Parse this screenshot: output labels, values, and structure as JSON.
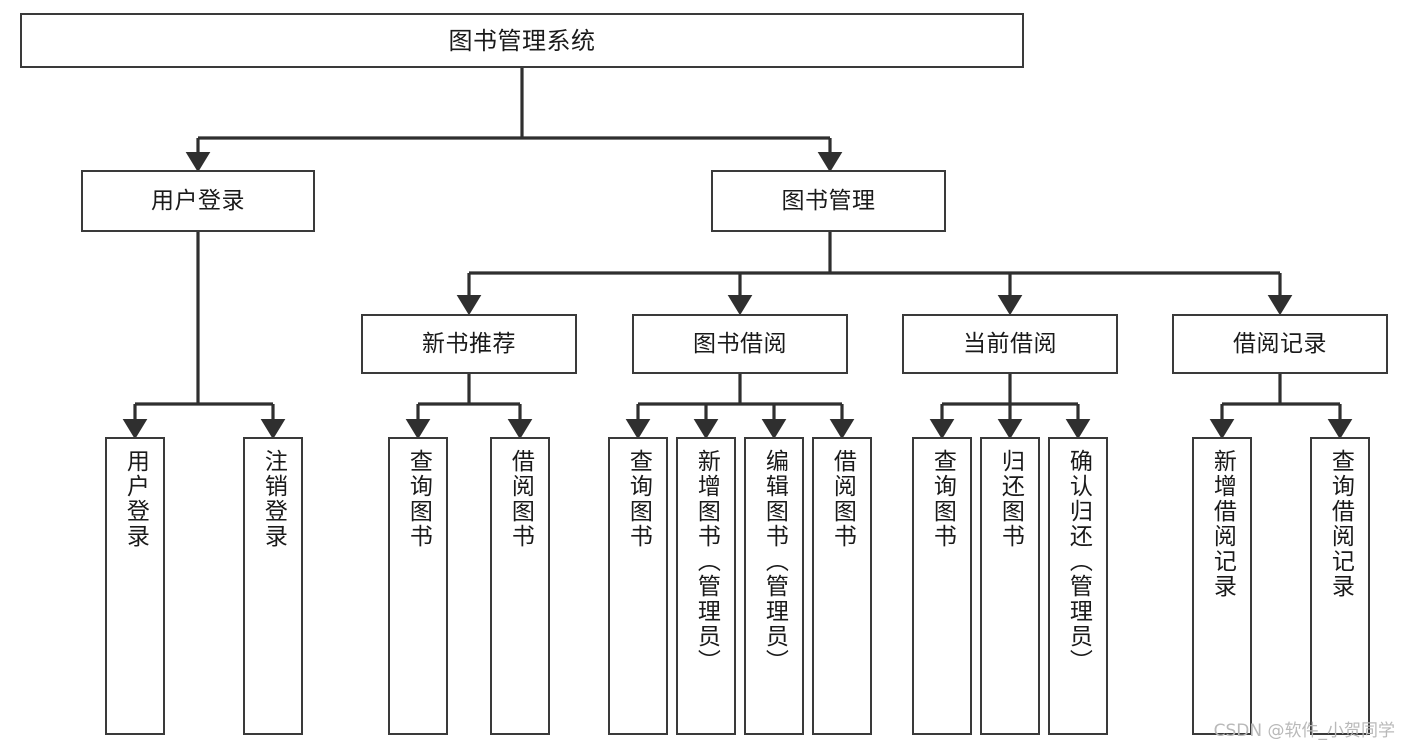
{
  "diagram": {
    "title": "图书管理系统",
    "type": "hierarchy-tree",
    "watermark": "CSDN @软件_小贺同学",
    "colors": {
      "background": "#ffffff",
      "node_border": "#3a3a3a",
      "node_fill": "#ffffff",
      "text": "#1a1a1a",
      "connector": "#2f2f2f",
      "watermark": "#b9b9b9"
    },
    "nodes": {
      "root": {
        "label": "图书管理系统"
      },
      "level2": [
        {
          "id": "user-login",
          "label": "用户登录"
        },
        {
          "id": "book-management",
          "label": "图书管理"
        }
      ],
      "level3": [
        {
          "id": "new-book-recommend",
          "label": "新书推荐"
        },
        {
          "id": "book-borrow",
          "label": "图书借阅"
        },
        {
          "id": "current-borrow",
          "label": "当前借阅"
        },
        {
          "id": "borrow-record",
          "label": "借阅记录"
        }
      ],
      "leaves": {
        "user_login": [
          {
            "id": "leaf-user-login",
            "label": "用户登录"
          },
          {
            "id": "leaf-logout-login",
            "label": "注销登录"
          }
        ],
        "new_book_recommend": [
          {
            "id": "leaf-query-book-1",
            "label": "查询图书"
          },
          {
            "id": "leaf-borrow-book-1",
            "label": "借阅图书"
          }
        ],
        "book_borrow": [
          {
            "id": "leaf-query-book-2",
            "label": "查询图书"
          },
          {
            "id": "leaf-add-book",
            "label": "新增图书（管理员）"
          },
          {
            "id": "leaf-edit-book",
            "label": "编辑图书（管理员）"
          },
          {
            "id": "leaf-borrow-book-2",
            "label": "借阅图书"
          }
        ],
        "current_borrow": [
          {
            "id": "leaf-query-book-3",
            "label": "查询图书"
          },
          {
            "id": "leaf-return-book",
            "label": "归还图书"
          },
          {
            "id": "leaf-confirm-return",
            "label": "确认归还（管理员）"
          }
        ],
        "borrow_record": [
          {
            "id": "leaf-add-borrow-record",
            "label": "新增借阅记录"
          },
          {
            "id": "leaf-query-borrow-record",
            "label": "查询借阅记录"
          }
        ]
      }
    }
  }
}
